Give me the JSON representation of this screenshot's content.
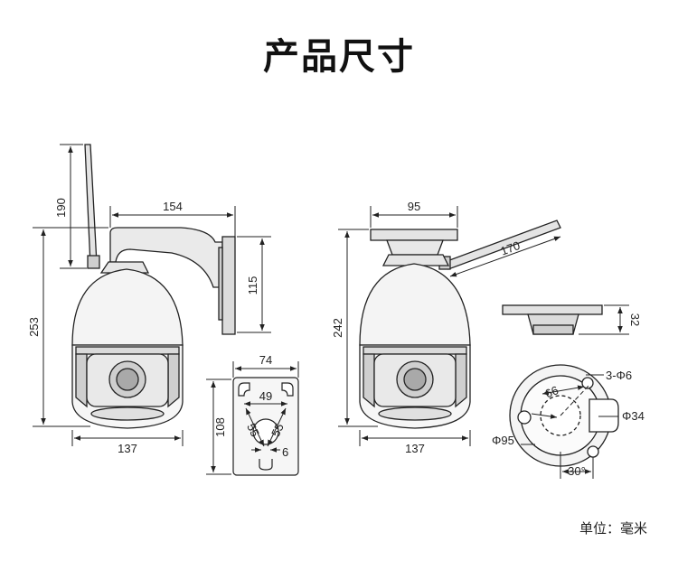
{
  "title": "产品尺寸",
  "unit": "单位：毫米",
  "dimensions": {
    "antenna_height": "190",
    "arm_length": "154",
    "total_height_left": "253",
    "wall_plate_height": "115",
    "width_left": "137",
    "plate_width": "74",
    "plate_hole_spacing": "49",
    "plate_height": "108",
    "plate_diag_left": "55",
    "plate_diag_right": "55",
    "plate_hole": "6",
    "top_width": "95",
    "antenna_length": "170",
    "total_height_right": "242",
    "width_right": "137",
    "base_height": "32",
    "mount_holes": "3-Φ6",
    "pcd": "66",
    "center_hole": "Φ34",
    "base_diameter": "Φ95",
    "angle": "30°"
  },
  "colors": {
    "line": "#222222",
    "fill_light": "#f2f2f2",
    "fill_mid": "#dddddd",
    "fill_dark": "#bbbbbb"
  }
}
